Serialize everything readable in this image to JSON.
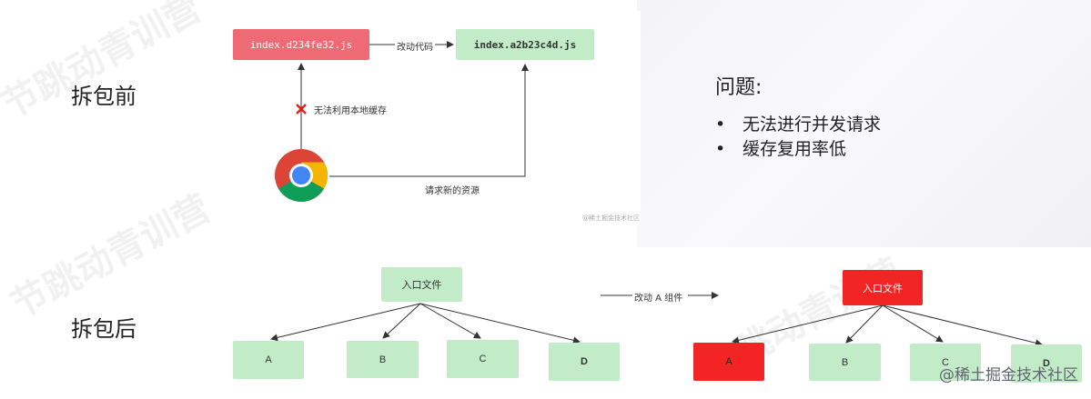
{
  "before": {
    "label": "拆包前",
    "old_file": "index.d234fe32.js",
    "new_file": "index.a2b23c4d.js",
    "edge_change_code": "改动代码",
    "edge_cache_fail": "无法利用本地缓存",
    "edge_request_new": "请求新的资源",
    "browser_icon": "chrome-icon",
    "error_icon": "cross-icon",
    "credit": "@稀土掘金技术社区"
  },
  "issues": {
    "title": "问题:",
    "items": [
      "无法进行并发请求",
      "缓存复用率低"
    ]
  },
  "after": {
    "label": "拆包后",
    "left_tree": {
      "root": "入口文件",
      "leaves": [
        "A",
        "B",
        "C",
        "D"
      ]
    },
    "change_label": "改动 A 组件",
    "right_tree": {
      "root": "入口文件",
      "leaves": [
        "A",
        "B",
        "C",
        "D"
      ]
    }
  },
  "footer": "@稀土掘金技术社区",
  "colors": {
    "green_box": "#c2ecc8",
    "red_box": "#f32424",
    "pink_box": "#ee6b75"
  }
}
